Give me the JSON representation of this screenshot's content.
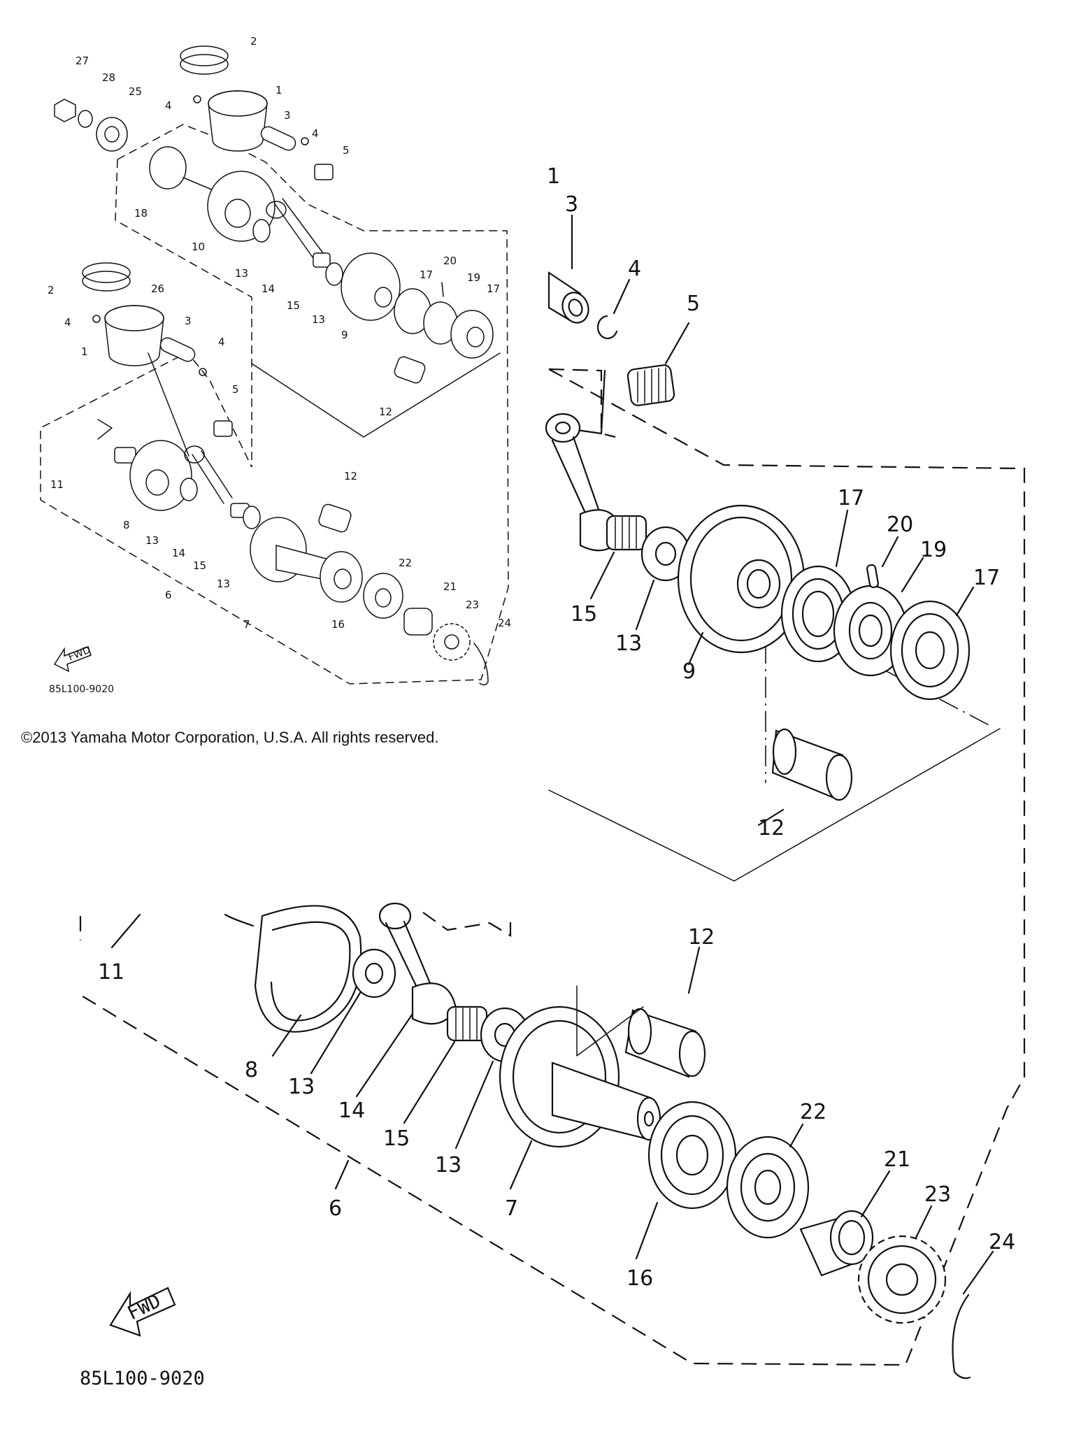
{
  "copyright": "©2013 Yamaha Motor Corporation, U.S.A. All rights reserved.",
  "diagram_code_small": "85L100-9020",
  "diagram_code_large": "85L100-9020",
  "fwd_label": "FWD",
  "fwd_label_small": "FWD",
  "detail_marker": "1",
  "overview_labels": [
    {
      "text": "2"
    },
    {
      "text": "27"
    },
    {
      "text": "28"
    },
    {
      "text": "25"
    },
    {
      "text": "1"
    },
    {
      "text": "4"
    },
    {
      "text": "3"
    },
    {
      "text": "4"
    },
    {
      "text": "5"
    },
    {
      "text": "18"
    },
    {
      "text": "10"
    },
    {
      "text": "13"
    },
    {
      "text": "14"
    },
    {
      "text": "26"
    },
    {
      "text": "15"
    },
    {
      "text": "13"
    },
    {
      "text": "17"
    },
    {
      "text": "20"
    },
    {
      "text": "19"
    },
    {
      "text": "17"
    },
    {
      "text": "9"
    },
    {
      "text": "2"
    },
    {
      "text": "4"
    },
    {
      "text": "3"
    },
    {
      "text": "1"
    },
    {
      "text": "4"
    },
    {
      "text": "12"
    },
    {
      "text": "5"
    },
    {
      "text": "11"
    },
    {
      "text": "12"
    },
    {
      "text": "8"
    },
    {
      "text": "13"
    },
    {
      "text": "14"
    },
    {
      "text": "15"
    },
    {
      "text": "13"
    },
    {
      "text": "22"
    },
    {
      "text": "7"
    },
    {
      "text": "6"
    },
    {
      "text": "16"
    },
    {
      "text": "21"
    },
    {
      "text": "23"
    },
    {
      "text": "24"
    }
  ],
  "detail_labels": [
    {
      "text": "3"
    },
    {
      "text": "4"
    },
    {
      "text": "5"
    },
    {
      "text": "17"
    },
    {
      "text": "20"
    },
    {
      "text": "19"
    },
    {
      "text": "17"
    },
    {
      "text": "15"
    },
    {
      "text": "13"
    },
    {
      "text": "9"
    },
    {
      "text": "12"
    },
    {
      "text": "11"
    },
    {
      "text": "12"
    },
    {
      "text": "8"
    },
    {
      "text": "13"
    },
    {
      "text": "14"
    },
    {
      "text": "15"
    },
    {
      "text": "13"
    },
    {
      "text": "7"
    },
    {
      "text": "6"
    },
    {
      "text": "22"
    },
    {
      "text": "21"
    },
    {
      "text": "16"
    },
    {
      "text": "23"
    },
    {
      "text": "24"
    }
  ]
}
